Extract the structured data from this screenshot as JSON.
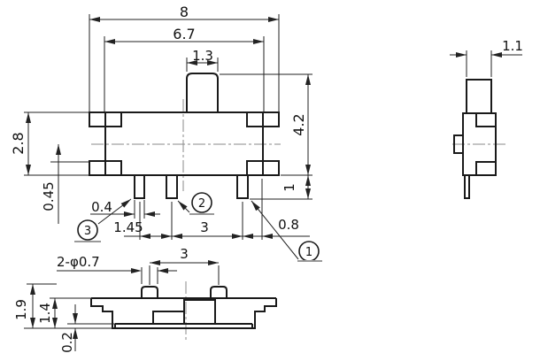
{
  "drawing": {
    "colors": {
      "line": "#1a1a1a",
      "centerline": "#8a8a8a"
    },
    "front_view": {
      "dim_total_width": "8",
      "dim_body_width": "6.7",
      "dim_knob_width": "1.3",
      "dim_overall_height": "4.2",
      "dim_pin_length": "1",
      "dim_body_height": "2.8",
      "dim_lug_thickness": "0.45",
      "dim_pin_width": "0.4",
      "dim_pin_spacing_small": "1.45",
      "dim_pin_pitch": "3",
      "dim_pin_edge_offset": "0.8"
    },
    "side_view": {
      "dim_knob_depth": "1.1"
    },
    "bottom_view": {
      "dim_holes": "2-φ0.7",
      "dim_bump_pitch": "3",
      "dim_overall_thickness": "1.9",
      "dim_body_thickness": "1.4",
      "dim_base_plate": "0.2"
    },
    "callouts": {
      "pin1": "1",
      "pin2": "2",
      "pin3": "3"
    }
  }
}
